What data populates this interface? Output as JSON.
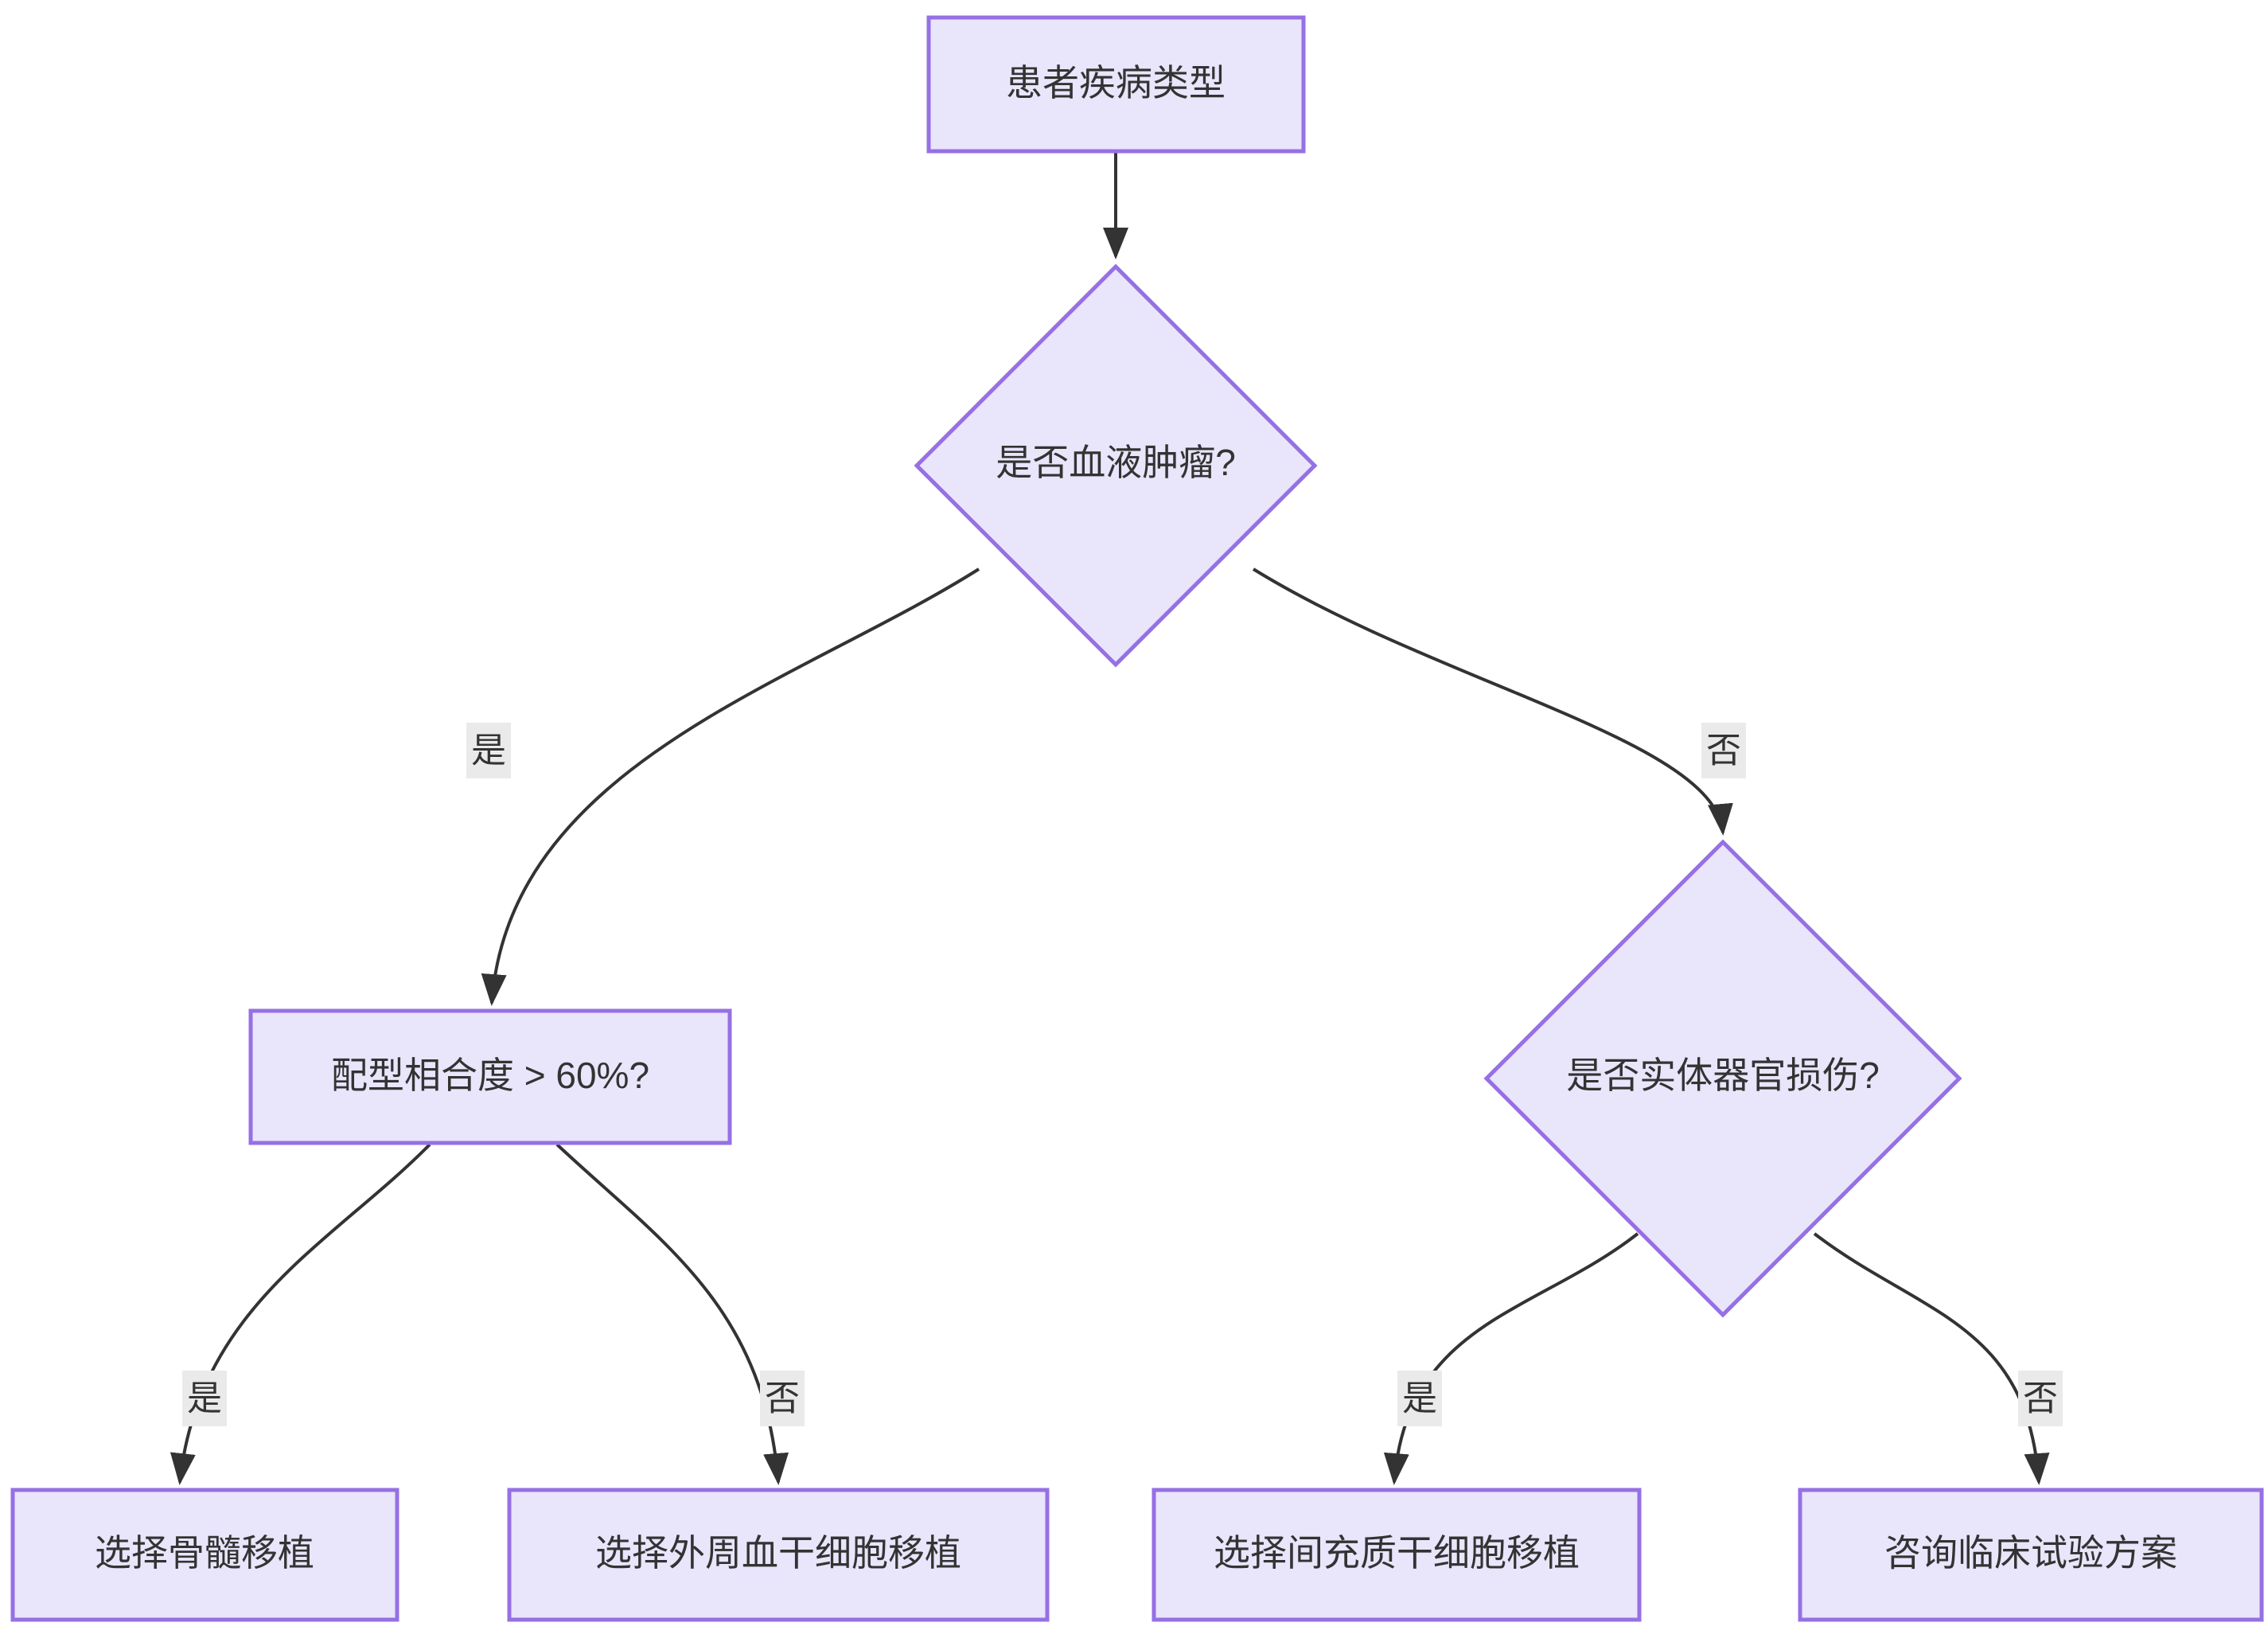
{
  "diagram": {
    "type": "decision-flowchart",
    "orientation": "top-down",
    "theme": {
      "node_fill": "#e9e5fb",
      "node_border": "#9670e4",
      "edge_color": "#333333",
      "edge_label_bg": "#eaeaea",
      "text_color": "#333333",
      "canvas_bg": "#ffffff"
    },
    "nodes": [
      {
        "id": "root",
        "shape": "rect",
        "label": "患者疾病类型"
      },
      {
        "id": "d1",
        "shape": "diamond",
        "label": "是否血液肿瘤?"
      },
      {
        "id": "d2",
        "shape": "rect",
        "label": "配型相合度 > 60%?"
      },
      {
        "id": "d3",
        "shape": "diamond",
        "label": "是否实体器官损伤?"
      },
      {
        "id": "leaf1",
        "shape": "rect",
        "label": "选择骨髓移植"
      },
      {
        "id": "leaf2",
        "shape": "rect",
        "label": "选择外周血干细胞移植"
      },
      {
        "id": "leaf3",
        "shape": "rect",
        "label": "选择间充质干细胞移植"
      },
      {
        "id": "leaf4",
        "shape": "rect",
        "label": "咨询临床试验方案"
      }
    ],
    "edges": [
      {
        "from": "root",
        "to": "d1",
        "label": ""
      },
      {
        "from": "d1",
        "to": "d2",
        "label": "是"
      },
      {
        "from": "d1",
        "to": "d3",
        "label": "否"
      },
      {
        "from": "d2",
        "to": "leaf1",
        "label": "是"
      },
      {
        "from": "d2",
        "to": "leaf2",
        "label": "否"
      },
      {
        "from": "d3",
        "to": "leaf3",
        "label": "是"
      },
      {
        "from": "d3",
        "to": "leaf4",
        "label": "否"
      }
    ]
  }
}
